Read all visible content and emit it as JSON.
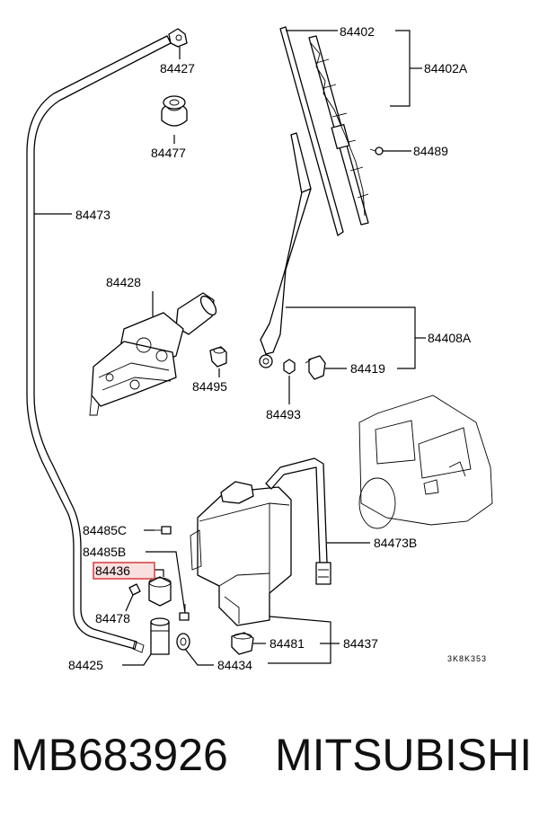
{
  "callouts": {
    "c84402": "84402",
    "c84402A": "84402A",
    "c84489": "84489",
    "c84427": "84427",
    "c84477": "84477",
    "c84473": "84473",
    "c84428": "84428",
    "c84495": "84495",
    "c84408A": "84408A",
    "c84419": "84419",
    "c84493": "84493",
    "c84485C": "84485C",
    "c84485B": "84485B",
    "c84436": "84436",
    "c84478": "84478",
    "c84473B": "84473B",
    "c84481": "84481",
    "c84437": "84437",
    "c84425": "84425",
    "c84434": "84434"
  },
  "drawing_code": "3K8K353",
  "highlight_color": "#d43c3c",
  "caption": {
    "part_number": "MB683926",
    "brand": "MITSUBISHI"
  }
}
